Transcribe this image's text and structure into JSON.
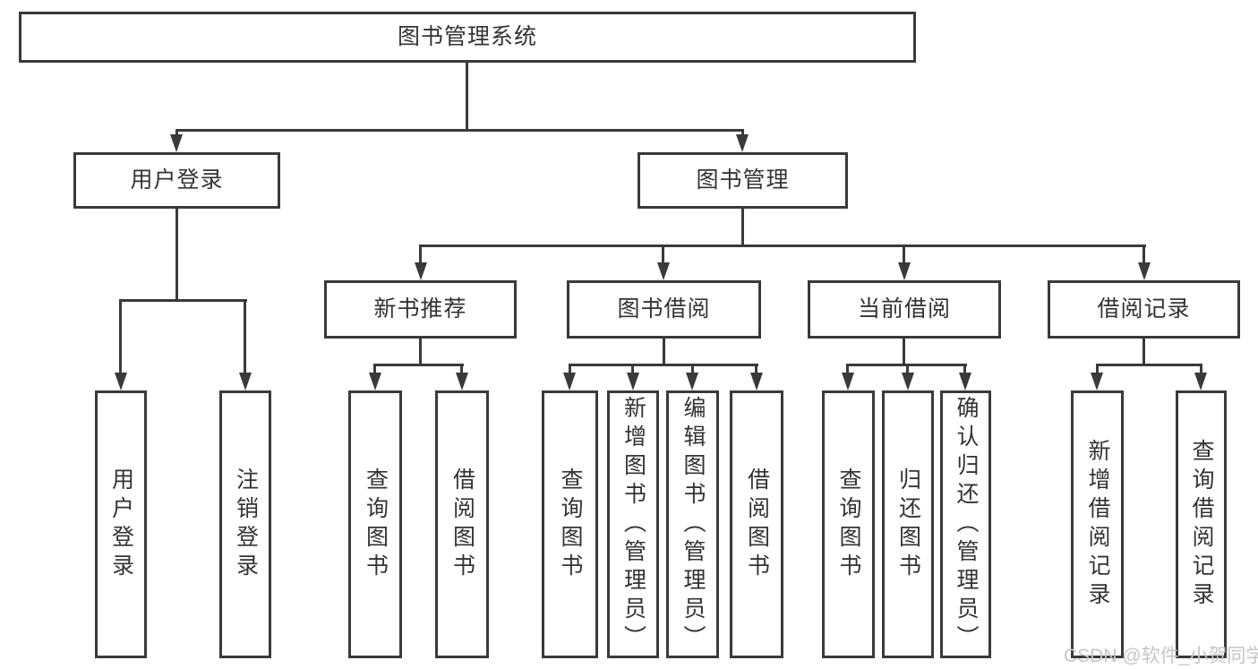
{
  "tree": {
    "root": "图书管理系统",
    "user_login": {
      "label": "用户登录",
      "children": [
        "用户登录",
        "注销登录"
      ]
    },
    "book_mgmt": {
      "label": "图书管理",
      "new_books": {
        "label": "新书推荐",
        "children": [
          "查询图书",
          "借阅图书"
        ]
      },
      "book_borrow": {
        "label": "图书借阅",
        "children": [
          "查询图书",
          "新增图书（管理员）",
          "编辑图书（管理员）",
          "借阅图书"
        ]
      },
      "current_borrow": {
        "label": "当前借阅",
        "children": [
          "查询图书",
          "归还图书",
          "确认归还（管理员）"
        ]
      },
      "borrow_records": {
        "label": "借阅记录",
        "children": [
          "新增借阅记录",
          "查询借阅记录"
        ]
      }
    }
  },
  "watermark": "CSDN @软件_小贺同学",
  "colors": {
    "line": "#3a3a3a",
    "text": "#333333",
    "watermark": "#c6c6c6",
    "background": "#ffffff"
  }
}
